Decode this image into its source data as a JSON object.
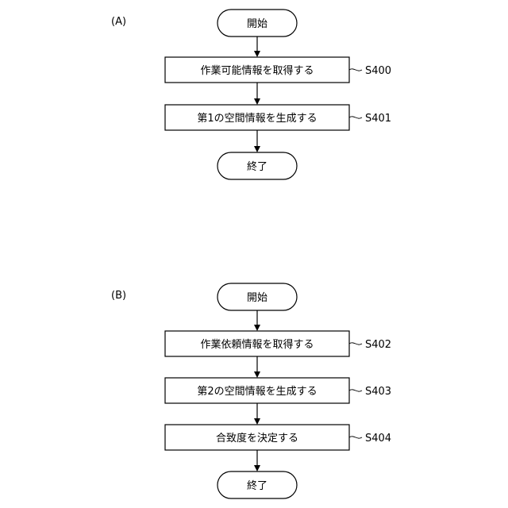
{
  "panels": [
    {
      "label": "(A)",
      "start": "開始",
      "end": "終了",
      "steps": [
        {
          "text": "作業可能情報を取得する",
          "id": "S400"
        },
        {
          "text": "第1の空間情報を生成する",
          "id": "S401"
        }
      ]
    },
    {
      "label": "(B)",
      "start": "開始",
      "end": "終了",
      "steps": [
        {
          "text": "作業依頼情報を取得する",
          "id": "S402"
        },
        {
          "text": "第2の空間情報を生成する",
          "id": "S403"
        },
        {
          "text": "合致度を決定する",
          "id": "S404"
        }
      ]
    }
  ]
}
